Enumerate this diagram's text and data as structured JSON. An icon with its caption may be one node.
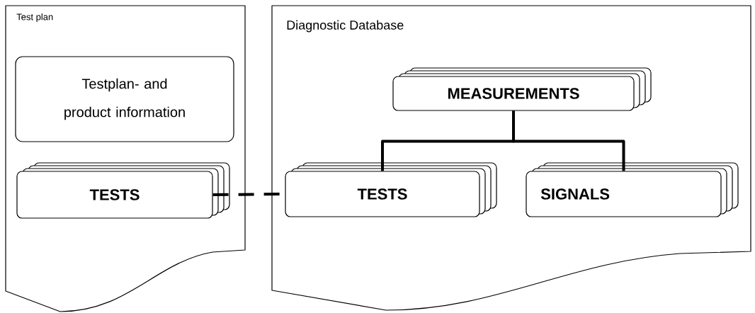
{
  "diagram": {
    "nodes": [
      {
        "text": [
          "Test plan"
        ]
      },
      {
        "text": [
          "Testplan- and product information"
        ],
        "in": 0
      },
      {
        "text": [
          "TESTS"
        ],
        "in": 0
      },
      {
        "text": [
          "Diagnostic Database"
        ]
      },
      {
        "text": [
          "MEASUREMENTS"
        ],
        "in": 3
      },
      {
        "text": [
          "TESTS"
        ],
        "in": 3
      },
      {
        "text": [
          "SIGNALS"
        ],
        "in": 3
      }
    ],
    "edges": [
      {
        "from": 2,
        "to": 5,
        "arrow": "none",
        "style": "dashed"
      },
      {
        "from": 4,
        "to": 5,
        "arrow": "none"
      },
      {
        "from": 4,
        "to": 6,
        "arrow": "none"
      }
    ]
  }
}
